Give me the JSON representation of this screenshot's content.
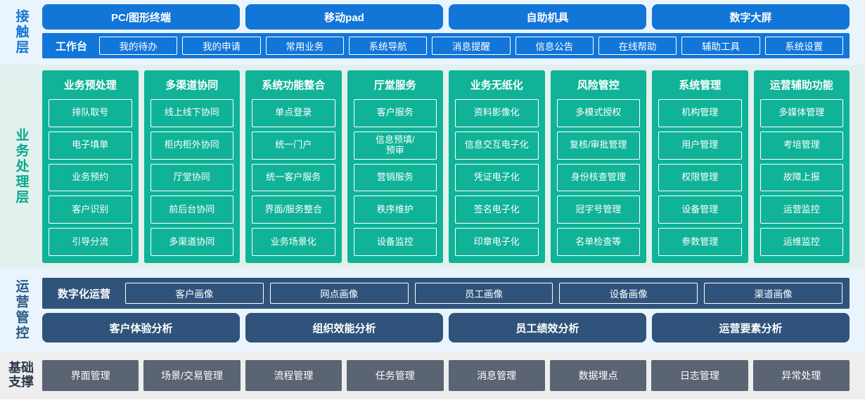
{
  "colors": {
    "contact_accent": "#1275d8",
    "contact_bg": "#e9f4fd",
    "business_accent": "#10b397",
    "business_bg": "#e2f1ed",
    "operations_accent": "#2f537b",
    "operations_bg": "#e9f4fd",
    "foundation_accent": "#5b6472",
    "foundation_bg": "#eeeeee"
  },
  "contact_layer": {
    "label": "接触层",
    "channels": [
      "PC/图形终端",
      "移动pad",
      "自助机具",
      "数字大屏"
    ],
    "workbench_title": "工作台",
    "workbench_items": [
      "我的待办",
      "我的申请",
      "常用业务",
      "系统导航",
      "消息提醒",
      "信息公告",
      "在线帮助",
      "辅助工具",
      "系统设置"
    ]
  },
  "business_layer": {
    "label": "业务处理层",
    "columns": [
      {
        "title": "业务预处理",
        "items": [
          "排队取号",
          "电子填单",
          "业务预约",
          "客户识别",
          "引导分流"
        ]
      },
      {
        "title": "多渠道协同",
        "items": [
          "线上线下协同",
          "柜内柜外协同",
          "厅堂协同",
          "前后台协同",
          "多渠道协同"
        ]
      },
      {
        "title": "系统功能整合",
        "items": [
          "单点登录",
          "统一门户",
          "统一客户服务",
          "界面/服务整合",
          "业务场景化"
        ]
      },
      {
        "title": "厅堂服务",
        "items": [
          "客户服务",
          "信息预填/\n预审",
          "营销服务",
          "秩序维护",
          "设备监控"
        ]
      },
      {
        "title": "业务无纸化",
        "items": [
          "资料影像化",
          "信息交互电子化",
          "凭证电子化",
          "签名电子化",
          "印章电子化"
        ]
      },
      {
        "title": "风险管控",
        "items": [
          "多模式授权",
          "复核/审批管理",
          "身份核查管理",
          "冠字号管理",
          "名单检查等"
        ]
      },
      {
        "title": "系统管理",
        "items": [
          "机构管理",
          "用户管理",
          "权限管理",
          "设备管理",
          "参数管理"
        ]
      },
      {
        "title": "运营辅助功能",
        "items": [
          "多媒体管理",
          "考培管理",
          "故障上报",
          "运营监控",
          "运维监控"
        ]
      }
    ]
  },
  "operations_layer": {
    "label": "运营管控",
    "digital_title": "数字化运营",
    "portraits": [
      "客户画像",
      "网点画像",
      "员工画像",
      "设备画像",
      "渠道画像"
    ],
    "analyses": [
      "客户体验分析",
      "组织效能分析",
      "员工绩效分析",
      "运营要素分析"
    ]
  },
  "foundation_layer": {
    "label_line1": "基础",
    "label_line2": "支撑",
    "items": [
      "界面管理",
      "场景/交易管理",
      "流程管理",
      "任务管理",
      "消息管理",
      "数据埋点",
      "日志管理",
      "异常处理"
    ]
  }
}
